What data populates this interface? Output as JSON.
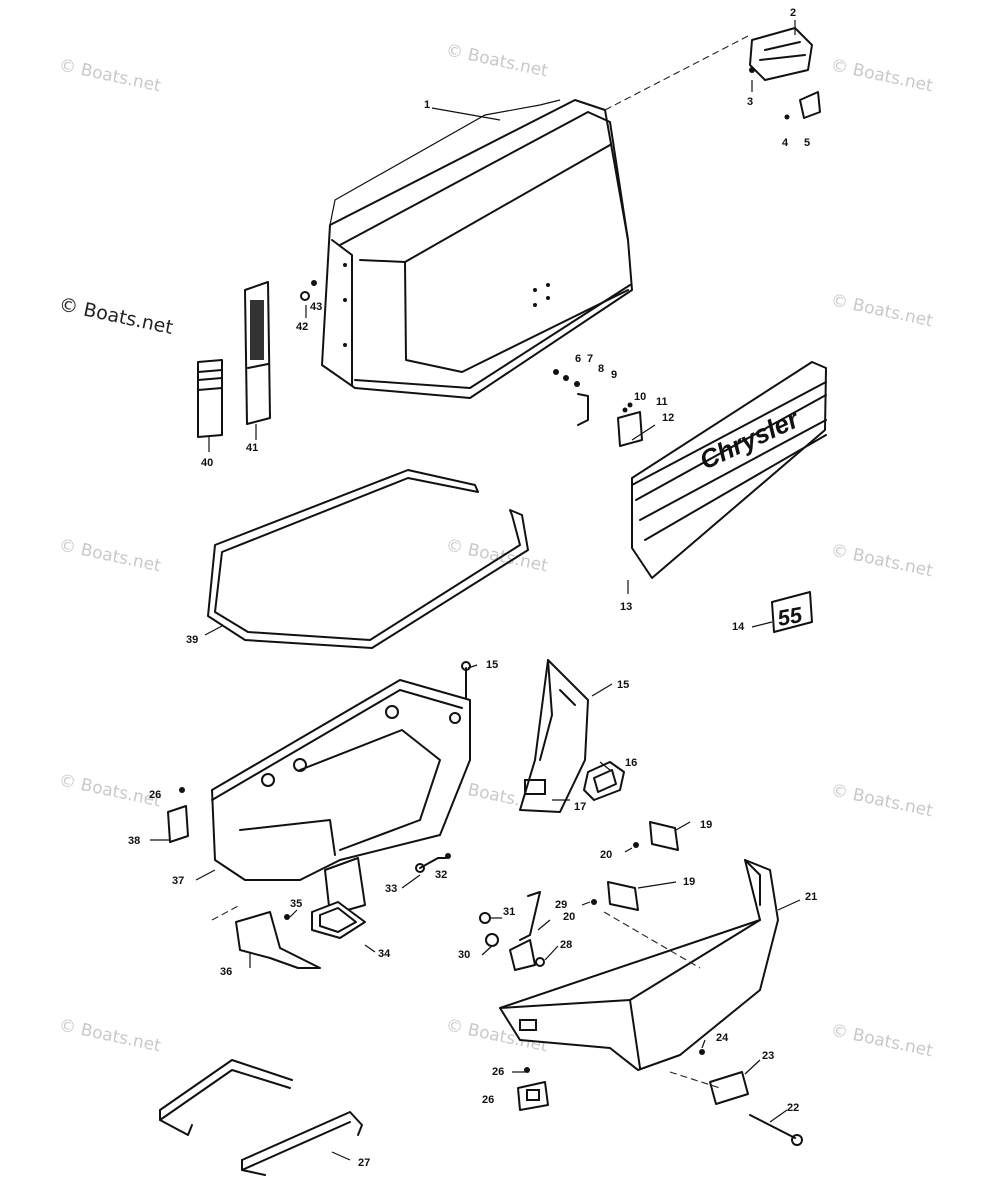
{
  "watermark": "© Boats.net",
  "decal_brand": "Chrysler",
  "badge_text": "55",
  "callouts": [
    {
      "text": "1"
    },
    {
      "text": "2"
    },
    {
      "text": "3"
    },
    {
      "text": "4"
    },
    {
      "text": "5"
    },
    {
      "text": "6"
    },
    {
      "text": "7"
    },
    {
      "text": "8"
    },
    {
      "text": "9"
    },
    {
      "text": "10"
    },
    {
      "text": "11"
    },
    {
      "text": "12"
    },
    {
      "text": "13"
    },
    {
      "text": "14"
    },
    {
      "text": "15"
    },
    {
      "text": "15"
    },
    {
      "text": "16"
    },
    {
      "text": "17"
    },
    {
      "text": "19"
    },
    {
      "text": "19"
    },
    {
      "text": "20"
    },
    {
      "text": "20"
    },
    {
      "text": "21"
    },
    {
      "text": "22"
    },
    {
      "text": "23"
    },
    {
      "text": "24"
    },
    {
      "text": "26"
    },
    {
      "text": "26"
    },
    {
      "text": "26"
    },
    {
      "text": "27"
    },
    {
      "text": "28"
    },
    {
      "text": "29"
    },
    {
      "text": "30"
    },
    {
      "text": "31"
    },
    {
      "text": "32"
    },
    {
      "text": "33"
    },
    {
      "text": "34"
    },
    {
      "text": "35"
    },
    {
      "text": "36"
    },
    {
      "text": "37"
    },
    {
      "text": "38"
    },
    {
      "text": "39"
    },
    {
      "text": "40"
    },
    {
      "text": "41"
    },
    {
      "text": "42"
    },
    {
      "text": "43"
    }
  ]
}
